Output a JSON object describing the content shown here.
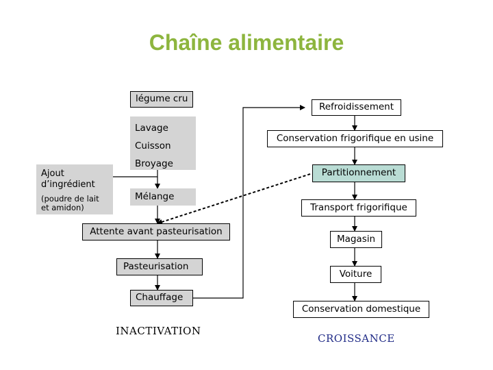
{
  "title": "Chaîne alimentaire",
  "left_chain": {
    "legume_cru": "légume cru",
    "lavage": "Lavage",
    "cuisson": "Cuisson",
    "broyage": "Broyage",
    "ajout_line1": "Ajout",
    "ajout_line2": "d’ingrédient",
    "ajout_detail_line1": "(poudre de lait",
    "ajout_detail_line2": "et amidon)",
    "melange": "Mélange",
    "attente": "Attente avant pasteurisation",
    "pasteurisation": "Pasteurisation",
    "chauffage": "Chauffage",
    "conclusion": "INACTIVATION"
  },
  "right_chain": {
    "refroidissement": "Refroidissement",
    "conservation_usine": "Conservation frigorifique en usine",
    "partitionnement": "Partitionnement",
    "transport": "Transport frigorifique",
    "magasin": "Magasin",
    "voiture": "Voiture",
    "conservation_domestique": "Conservation domestique",
    "conclusion": "CROISSANCE"
  },
  "colors": {
    "title": "#8db53e",
    "grey_box": "#d4d4d4",
    "partition_box": "#b9dcd4"
  }
}
